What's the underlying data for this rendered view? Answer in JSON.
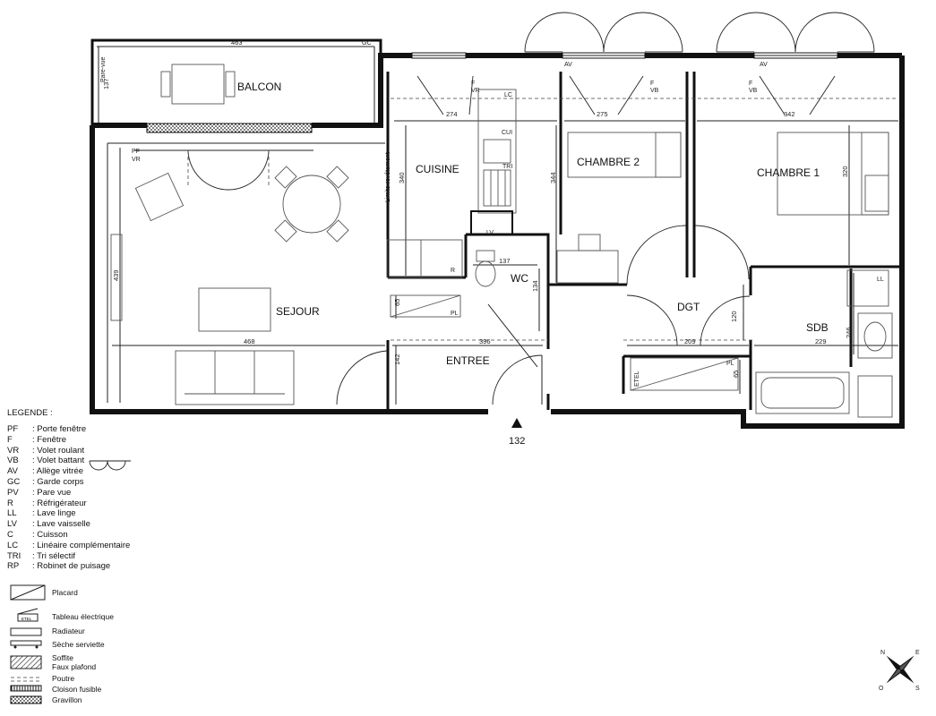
{
  "rooms": {
    "balcon": "BALCON",
    "cuisine": "CUISINE",
    "chambre2": "CHAMBRE 2",
    "chambre1": "CHAMBRE 1",
    "sejour": "SEJOUR",
    "wc": "WC",
    "dgt": "DGT",
    "sdb": "SDB",
    "entree": "ENTREE"
  },
  "dimensions": {
    "balcon_width": "463",
    "balcon_depth": "137",
    "cuisine_width": "274",
    "cuisine_height": "340",
    "chambre2_width": "275",
    "chambre2_height": "344",
    "chambre1_width": "342",
    "chambre1_height": "320",
    "sejour_height": "439",
    "sejour_width": "468",
    "entree_width": "396",
    "wc_width": "137",
    "wc_height": "134",
    "placard_height": "65",
    "entree_height": "142",
    "dgt_width": "209",
    "dgt_height": "120",
    "sdb_width": "229",
    "sdb_height": "246",
    "etel_placard_height": "65",
    "entrance_marker": "132"
  },
  "annotations": {
    "gc": "GC",
    "pare_vue": "Pare-vue",
    "pf": "PF",
    "vr": "VR",
    "f": "F",
    "vb": "VB",
    "av": "AV",
    "lc": "LC",
    "cui": "CUI",
    "tri": "TRI",
    "lv": "LV",
    "r": "R",
    "pl": "PL",
    "ll": "LL",
    "etel": "ETEL",
    "limite_revetement": "Limite revêtement"
  },
  "legend": {
    "title": "LEGENDE  :",
    "items": [
      {
        "code": "PF",
        "label": ": Porte fenêtre"
      },
      {
        "code": "F",
        "label": ": Fenêtre"
      },
      {
        "code": "VR",
        "label": ": Volet roulant"
      },
      {
        "code": "VB",
        "label": ": Volet battant"
      },
      {
        "code": "AV",
        "label": ": Allège vitrée"
      },
      {
        "code": "GC",
        "label": ": Garde corps"
      },
      {
        "code": "PV",
        "label": ": Pare vue"
      },
      {
        "code": "R",
        "label": ": Réfrigérateur"
      },
      {
        "code": "LL",
        "label": ": Lave linge"
      },
      {
        "code": "LV",
        "label": ": Lave vaisselle"
      },
      {
        "code": "C",
        "label": ": Cuisson"
      },
      {
        "code": "LC",
        "label": ": Linéaire complémentaire"
      },
      {
        "code": "TRI",
        "label": ": Tri sélectif"
      },
      {
        "code": "RP",
        "label": ": Robinet de puisage"
      }
    ],
    "symbols": {
      "placard": "Placard",
      "etel_icon_text": "ETEL",
      "tableau": "Tableau électrique",
      "radiateur": "Radiateur",
      "seche": "Sèche serviette",
      "soffite": "Soffite",
      "faux_plafond": "Faux plafond",
      "poutre": "Poutre",
      "cloison": "Cloison fusible",
      "gravillon": "Gravillon"
    }
  },
  "compass": {
    "n": "N",
    "e": "E",
    "s": "S",
    "o": "O"
  }
}
